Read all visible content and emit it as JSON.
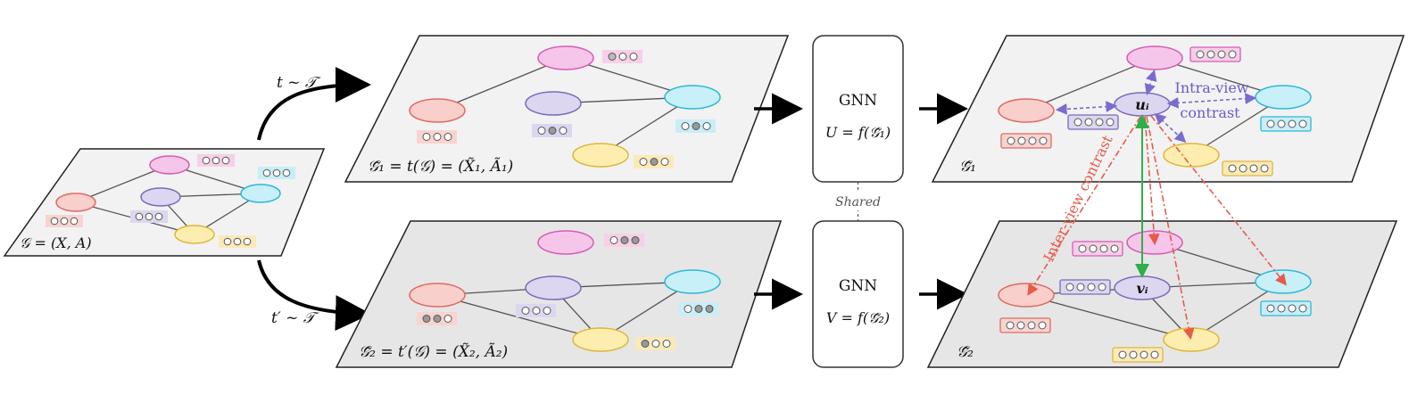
{
  "labels": {
    "aug1": "t ~ 𝒯",
    "aug2": "t′ ~ 𝒯",
    "orig_graph": "𝒢 = (X, A)",
    "view1_graph": "𝒢̃₁ = t(𝒢) = (X̃₁, Ã₁)",
    "view2_graph": "𝒢̃₂ = t′(𝒢) = (X̃₂, Ã₂)",
    "gnn_top_title": "GNN",
    "gnn_top_formula": "U = f(𝒢̃₁)",
    "gnn_bottom_title": "GNN",
    "gnn_bottom_formula": "V = f(𝒢̃₂)",
    "shared": "Shared",
    "out1_graph": "𝒢̃₁",
    "out2_graph": "𝒢̃₂",
    "anchor_u": "uᵢ",
    "anchor_v": "vᵢ",
    "intra_line1": "Intra-view",
    "intra_line2": "contrast",
    "inter": "Inter-view contrast"
  },
  "colors": {
    "red": "#f8cfcb",
    "red_stroke": "#e06a62",
    "pink": "#f6c6ea",
    "pink_stroke": "#d65bb8",
    "purple": "#ddd6f0",
    "purple_stroke": "#7a6bb8",
    "cyan": "#c8f0f8",
    "cyan_stroke": "#2bb8d6",
    "yellow": "#fdeeb0",
    "yellow_stroke": "#e0b63a",
    "intra_arrow": "#7a6bd0",
    "inter_arrow": "#e85a4a",
    "positive_pair": "#2fae4a",
    "panel_light": "#f2f2f2",
    "panel_dark": "#e6e6e6"
  }
}
